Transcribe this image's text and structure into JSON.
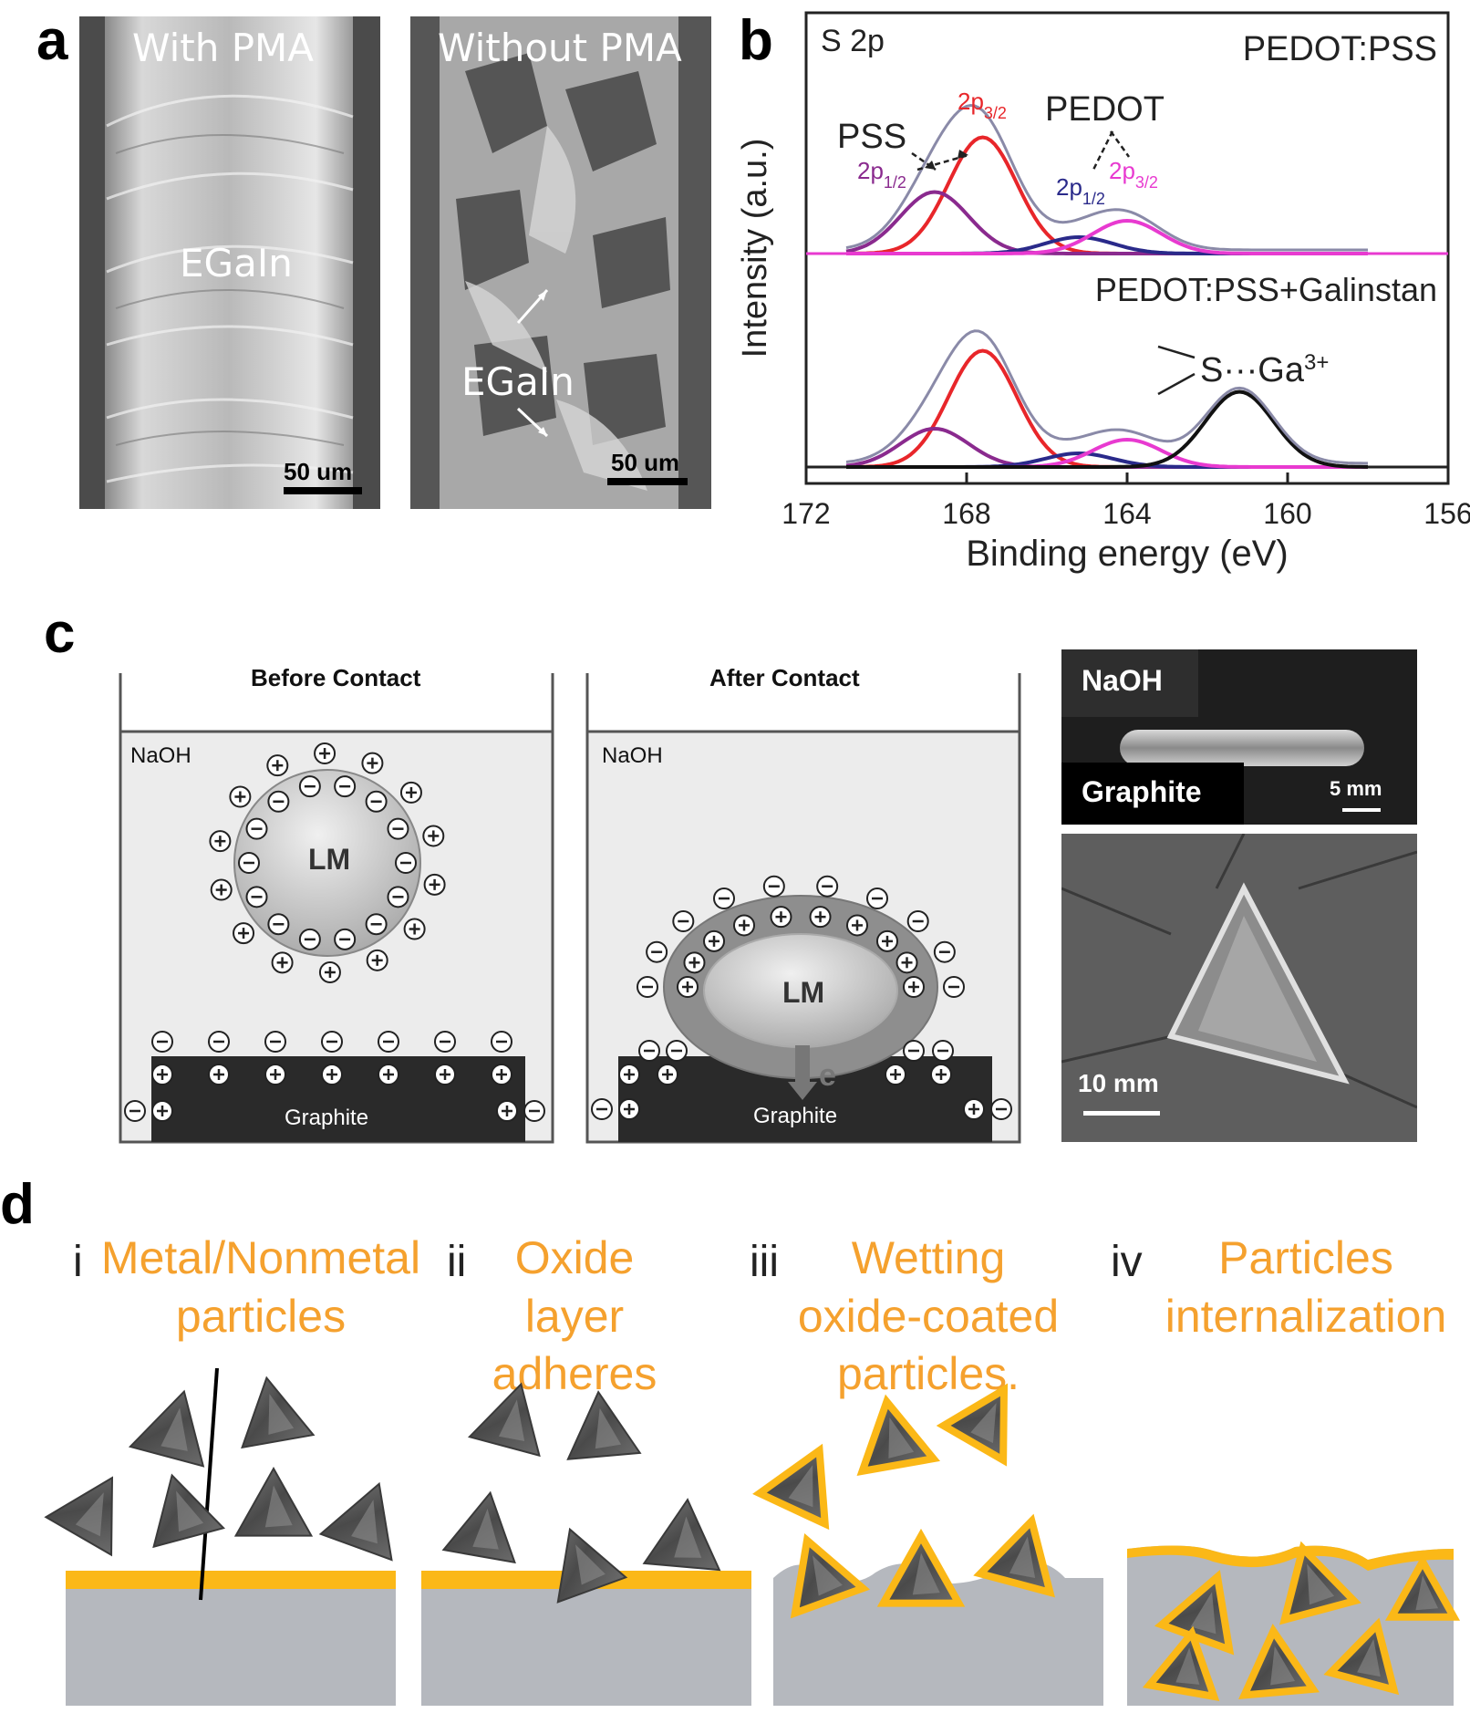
{
  "panel_a": {
    "letter": "a",
    "left_title": "With PMA",
    "right_title": "Without PMA",
    "left_label": "EGaIn",
    "right_label": "EGaIn",
    "left_scale": "50 um",
    "right_scale": "50 um"
  },
  "panel_b": {
    "letter": "b",
    "corner_label": "S 2p",
    "top_sample": "PEDOT:PSS",
    "bottom_sample": "PEDOT:PSS+Galinstan",
    "pss_label": "PSS",
    "pedot_label": "PEDOT",
    "peak_2p32_red": "2p3/2",
    "peak_2p12_purple": "2p1/2",
    "peak_2p12_blue": "2p1/2",
    "peak_2p32_pink": "2p3/2",
    "sga_label": "S···Ga3+",
    "ylabel": "Intensity (a.u.)",
    "xlabel": "Binding energy (eV)"
  },
  "chart_data": {
    "type": "line",
    "title": "S 2p",
    "xlabel": "Binding energy (eV)",
    "ylabel": "Intensity (a.u.)",
    "xlim": [
      172,
      156
    ],
    "x_ticks": [
      172,
      168,
      164,
      160,
      156
    ],
    "colors": {
      "envelope": "#8a8aa8",
      "pss_3_2": "#e8262a",
      "pss_1_2": "#8a2a8e",
      "pedot_1_2": "#2a2a8a",
      "pedot_3_2": "#e83ad0",
      "s_ga": "#111111"
    },
    "panels": [
      {
        "name": "PEDOT:PSS",
        "peaks": [
          {
            "name": "PSS 2p3/2",
            "center": 167.6,
            "height": 0.85
          },
          {
            "name": "PSS 2p1/2",
            "center": 168.8,
            "height": 0.45
          },
          {
            "name": "PEDOT 2p1/2",
            "center": 165.2,
            "height": 0.12
          },
          {
            "name": "PEDOT 2p3/2",
            "center": 164.0,
            "height": 0.24
          }
        ]
      },
      {
        "name": "PEDOT:PSS+Galinstan",
        "peaks": [
          {
            "name": "PSS 2p3/2",
            "center": 167.6,
            "height": 0.85
          },
          {
            "name": "PSS 2p1/2",
            "center": 168.8,
            "height": 0.28
          },
          {
            "name": "PEDOT 2p1/2",
            "center": 165.2,
            "height": 0.1
          },
          {
            "name": "PEDOT 2p3/2",
            "center": 164.0,
            "height": 0.2
          },
          {
            "name": "S···Ga3+",
            "center": 161.2,
            "height": 0.55
          }
        ]
      }
    ]
  },
  "panel_c": {
    "letter": "c",
    "before_title": "Before Contact",
    "after_title": "After Contact",
    "naoh_left": "NaOH",
    "naoh_right": "NaOH",
    "lm_left": "LM",
    "lm_right": "LM",
    "graphite_left": "Graphite",
    "graphite_right": "Graphite",
    "electron": "e",
    "photo_naoh": "NaOH",
    "photo_graphite": "Graphite",
    "photo_scale_top": "5 mm",
    "photo_scale_bottom": "10 mm"
  },
  "panel_d": {
    "letter": "d",
    "step1_num": "i",
    "step1_line1": "Metal/Nonmetal",
    "step1_line2": "particles",
    "step2_num": "ii",
    "step2_line1": "Oxide",
    "step2_line2": "layer",
    "step2_line3": "adheres",
    "step3_num": "iii",
    "step3_line1": "Wetting",
    "step3_line2": "oxide-coated",
    "step3_line3": "particles.",
    "step4_num": "iv",
    "step4_line1": "Particles",
    "step4_line2": "internalization"
  }
}
